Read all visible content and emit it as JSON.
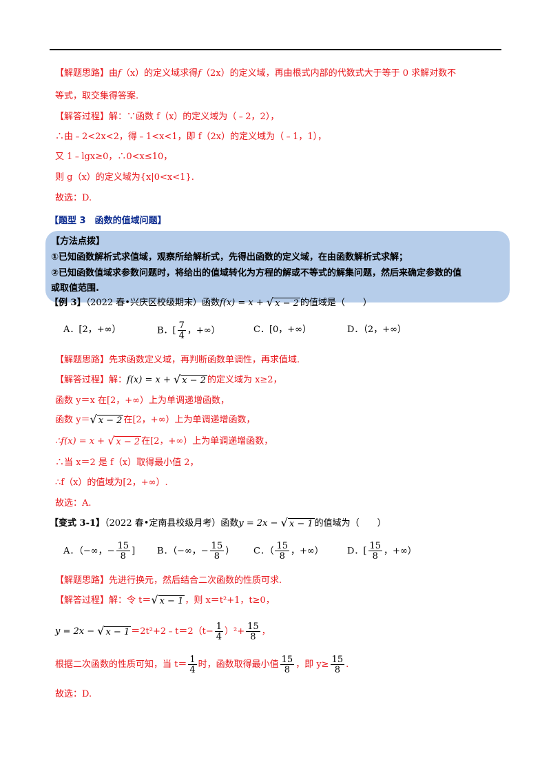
{
  "header_rule": true,
  "block1": {
    "thinking_label": "【解题思路】",
    "thinking_text_1": "由",
    "thinking_f": "f",
    "thinking_text_2": "（x）的定义域求得",
    "thinking_f2": "f",
    "thinking_text_3": "（2x）的定义域，再由根式内部的代数式大于等于 0 求解对数不",
    "thinking_cont": "等式，取交集得答案.",
    "process_label": "【解答过程】",
    "process_1": "解：∵函数 f（x）的定义域为（﹣2，2），",
    "process_2": "∴由﹣2<2x<2，得﹣1<x<1，即 f（2x）的定义域为（﹣1，1），",
    "process_3": "又 1﹣lgx≥0，∴0<x≤10，",
    "process_4": "则 g（x）的定义域为{x|0<x<1}.",
    "answer": "故选：D."
  },
  "type3_title": "【题型 3　函数的值域问题】",
  "method": {
    "title": "【方法点拨】",
    "line1": "①已知函数解析式求值域，观察所给解析式，先得出函数的定义域，在由函数解析式求解；",
    "line2": "②已知函数值域求参数问题时，将给出的值域转化为方程的解或不等式的解集问题，然后来确定参数的值",
    "line3": "或取值范围."
  },
  "example3": {
    "label": "【例 3】",
    "source": "（2022 春•兴庆区校级期末）函数",
    "func": "f(x) = x + ",
    "radicand": "x − 2",
    "suffix": "的值域是（　　）",
    "opt_a": "A．[2，+∞）",
    "opt_b_pre": "B．[",
    "opt_b_num": "7",
    "opt_b_den": "4",
    "opt_b_post": "，+∞）",
    "opt_c": "C．[0，+∞）",
    "opt_d": "D．（2，+∞）",
    "thinking_label": "【解题思路】",
    "thinking": "先求函数定义域，再判断函数单调性，再求值域.",
    "process_label": "【解答过程】",
    "p1_pre": "解：",
    "p1_func": "f(x) = x + ",
    "p1_rad": "x − 2",
    "p1_post": "的定义域为 x≥2，",
    "p2": "函数 y＝x 在[2，+∞）上为单调递增函数，",
    "p3_pre": "函数 y＝",
    "p3_rad": "x − 2",
    "p3_post": "在[2，+∞）上为单调递增函数，",
    "p4_pre": "∴f(x) = x + ",
    "p4_rad": "x − 2",
    "p4_post": "在[2，+∞）上为单调递增函数，",
    "p5": "∴当 x＝2 是 f（x）取得最小值 2，",
    "p6": "∴f（x）的值域为[2，+∞）.",
    "answer": "故选：A."
  },
  "variant31": {
    "label": "【变式 3-1】",
    "source": "（2022 春•定南县校级月考）函数",
    "func": "y = 2x − ",
    "radicand": "x − 1",
    "suffix": "的值域为（　　）",
    "opt_a_pre": "A．（−∞，−",
    "opt_a_num": "15",
    "opt_a_den": "8",
    "opt_a_post": "]",
    "opt_b_pre": "B．（−∞，−",
    "opt_b_num": "15",
    "opt_b_den": "8",
    "opt_b_post": "）",
    "opt_c_pre": "C．（",
    "opt_c_num": "15",
    "opt_c_den": "8",
    "opt_c_post": "，+∞）",
    "opt_d_pre": "D．[",
    "opt_d_num": "15",
    "opt_d_den": "8",
    "opt_d_post": "，+∞）",
    "thinking_label": "【解题思路】",
    "thinking": "先进行换元，然后结合二次函数的性质可求.",
    "process_label": "【解答过程】",
    "p1_pre": "解：令 t＝",
    "p1_rad": "x − 1",
    "p1_post": "，则 x＝t²+1，t≥0，",
    "p2_func": "y = 2x − ",
    "p2_rad": "x − 1",
    "p2_mid": "＝2t²+2﹣t＝2（t−",
    "p2_num1": "1",
    "p2_den1": "4",
    "p2_mid2": "）²+",
    "p2_num2": "15",
    "p2_den2": "8",
    "p2_end": "，",
    "p3_pre": "根据二次函数的性质可知，当 t＝",
    "p3_num1": "1",
    "p3_den1": "4",
    "p3_mid": "时，函数取得最小值",
    "p3_num2": "15",
    "p3_den2": "8",
    "p3_mid2": "，即 y≥",
    "p3_num3": "15",
    "p3_den3": "8",
    "p3_end": ".",
    "answer": "故选：D."
  },
  "colors": {
    "accent_red": "#e8181d",
    "method_bg": "#b6cdea"
  }
}
